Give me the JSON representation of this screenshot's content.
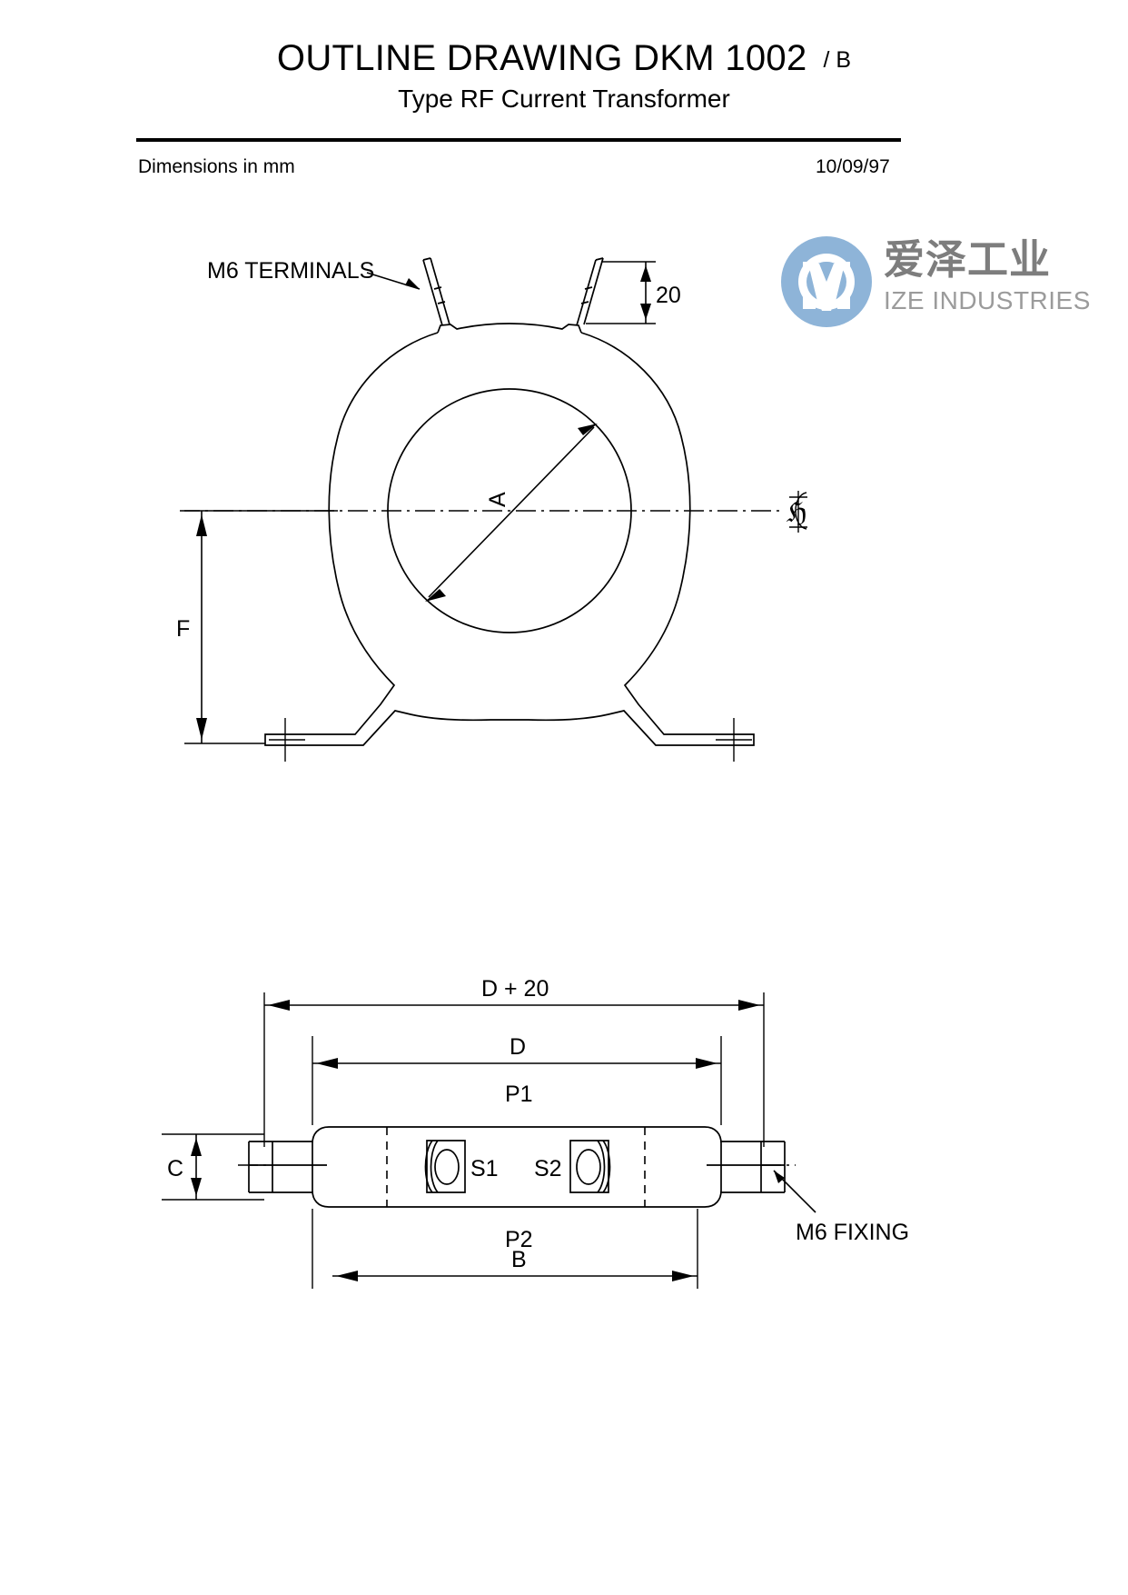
{
  "header": {
    "title": "OUTLINE DRAWING DKM 1002",
    "revision": "/ B",
    "subtitle": "Type RF Current Transformer",
    "units_note": "Dimensions in mm",
    "date": "10/09/97"
  },
  "logo": {
    "mark_name": "ize-industries-logo-icon",
    "chinese_name": "爱泽工业",
    "english_name": "IZE INDUSTRIES",
    "mark_color": "#8eb4d8",
    "text_color": "#7d7d7d",
    "subtext_color": "#9b9b9b"
  },
  "front_view": {
    "terminals_label": "M6 TERMINALS",
    "terminal_height_dim": "20",
    "bore_diameter_dim": "A",
    "mounting_height_dim": "F",
    "centerline_symbol": "℄"
  },
  "side_view": {
    "overall_width_dim": "D + 20",
    "body_width_dim": "D",
    "pitch_top_dim": "P1",
    "pitch_bottom_dim": "P2",
    "base_width_dim": "B",
    "body_height_dim": "C",
    "secondary_terminal_1": "S1",
    "secondary_terminal_2": "S2",
    "fixing_label": "M6 FIXING"
  }
}
